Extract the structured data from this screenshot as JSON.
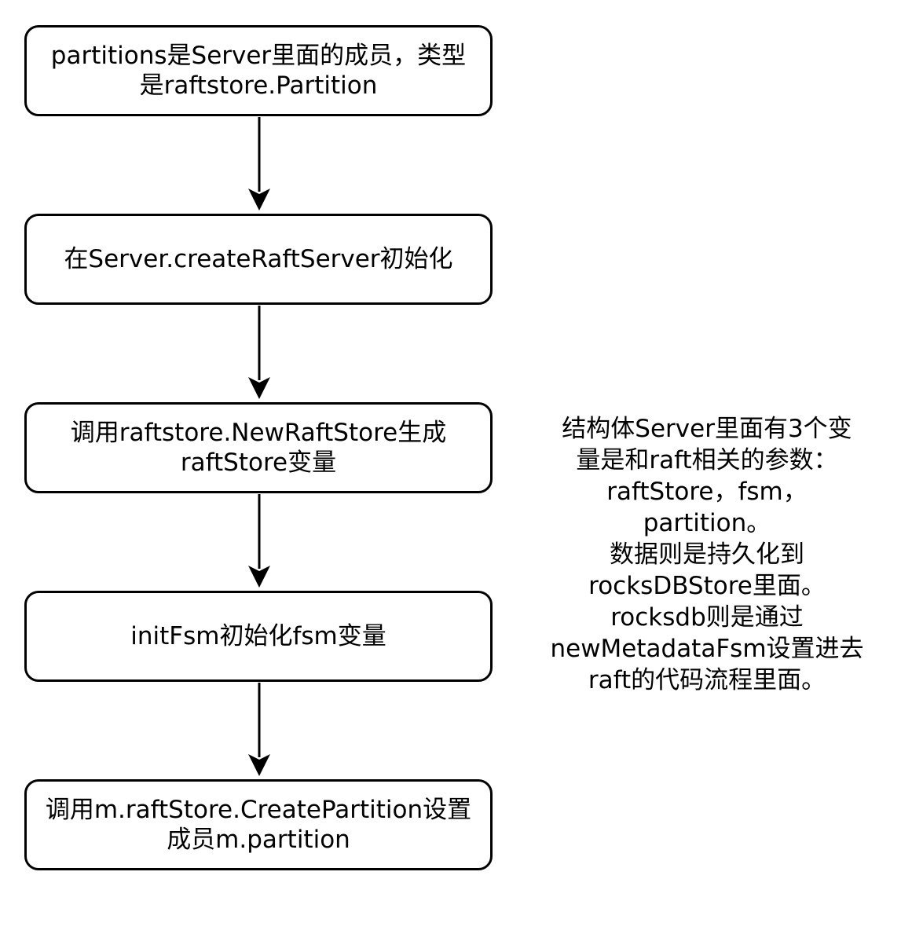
{
  "nodes": [
    {
      "id": "n1",
      "text": "partitions是Server里面的成员，类型\n是raftstore.Partition"
    },
    {
      "id": "n2",
      "text": "在Server.createRaftServer初始化"
    },
    {
      "id": "n3",
      "text": "调用raftstore.NewRaftStore生成\nraftStore变量"
    },
    {
      "id": "n4",
      "text": "initFsm初始化fsm变量"
    },
    {
      "id": "n5",
      "text": "调用m.raftStore.CreatePartition设置\n成员m.partition"
    }
  ],
  "edges": [
    {
      "from": "n1",
      "to": "n2"
    },
    {
      "from": "n2",
      "to": "n3"
    },
    {
      "from": "n3",
      "to": "n4"
    },
    {
      "from": "n4",
      "to": "n5"
    }
  ],
  "note": {
    "lines": [
      "结构体Server里面有3个变",
      "量是和raft相关的参数：",
      "raftStore，fsm，",
      "partition。",
      "数据则是持久化到",
      "rocksDBStore里面。",
      "rocksdb则是通过",
      "newMetadataFsm设置进去",
      "raft的代码流程里面。"
    ]
  },
  "colors": {
    "stroke": "#000000",
    "fill": "#ffffff",
    "text": "#000000"
  }
}
